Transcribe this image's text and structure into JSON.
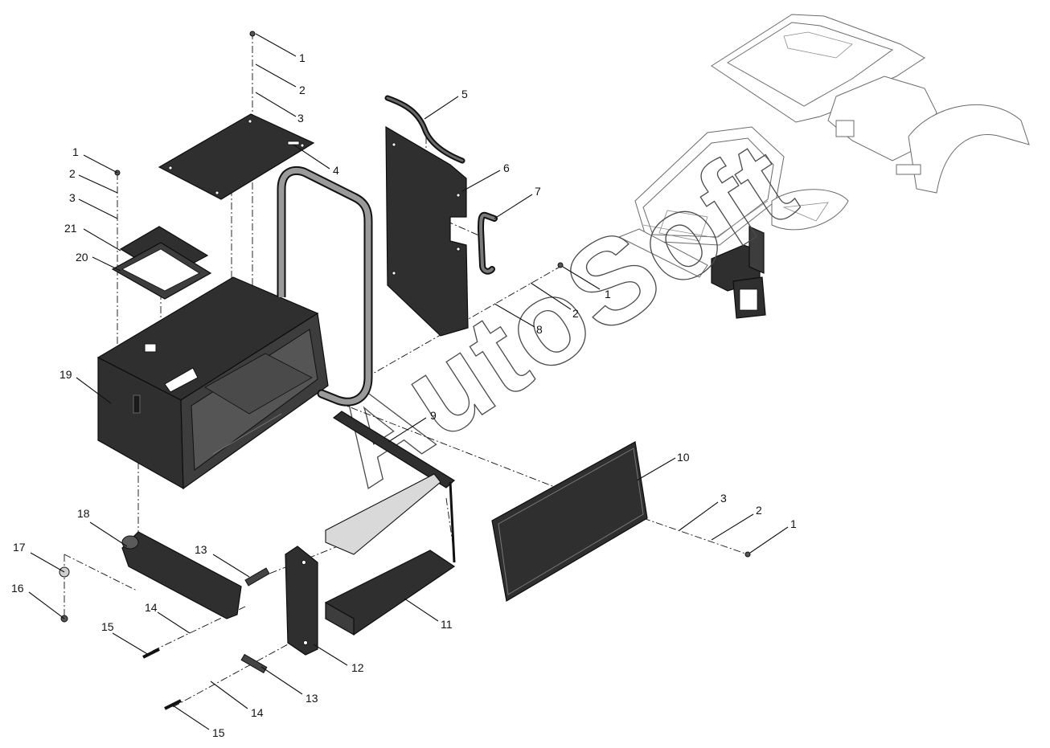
{
  "watermark": "AutoSoft",
  "callouts": [
    {
      "id": "c1a",
      "text": "1"
    },
    {
      "id": "c2a",
      "text": "2"
    },
    {
      "id": "c3a",
      "text": "3"
    },
    {
      "id": "c4",
      "text": "4"
    },
    {
      "id": "c1b",
      "text": "1"
    },
    {
      "id": "c2b",
      "text": "2"
    },
    {
      "id": "c3b",
      "text": "3"
    },
    {
      "id": "c21",
      "text": "21"
    },
    {
      "id": "c20",
      "text": "20"
    },
    {
      "id": "c5",
      "text": "5"
    },
    {
      "id": "c6",
      "text": "6"
    },
    {
      "id": "c7",
      "text": "7"
    },
    {
      "id": "c1c",
      "text": "1"
    },
    {
      "id": "c2c",
      "text": "2"
    },
    {
      "id": "c8",
      "text": "8"
    },
    {
      "id": "c19",
      "text": "19"
    },
    {
      "id": "c9",
      "text": "9"
    },
    {
      "id": "c10",
      "text": "10"
    },
    {
      "id": "c3d",
      "text": "3"
    },
    {
      "id": "c2d",
      "text": "2"
    },
    {
      "id": "c1d",
      "text": "1"
    },
    {
      "id": "c18",
      "text": "18"
    },
    {
      "id": "c17",
      "text": "17"
    },
    {
      "id": "c16",
      "text": "16"
    },
    {
      "id": "c13a",
      "text": "13"
    },
    {
      "id": "c14a",
      "text": "14"
    },
    {
      "id": "c15a",
      "text": "15"
    },
    {
      "id": "c11",
      "text": "11"
    },
    {
      "id": "c12",
      "text": "12"
    },
    {
      "id": "c13b",
      "text": "13"
    },
    {
      "id": "c14b",
      "text": "14"
    },
    {
      "id": "c15b",
      "text": "15"
    }
  ]
}
